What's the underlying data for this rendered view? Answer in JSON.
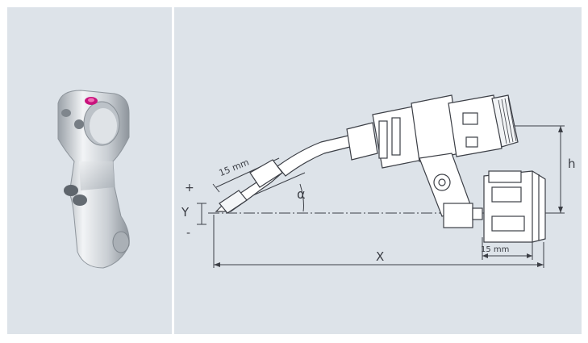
{
  "figure": {
    "labels": {
      "plus": "+",
      "minus": "-",
      "y_label": "Y",
      "x_label": "X",
      "h_label": "h",
      "alpha_label": "α",
      "dim_15mm_nozzle": "15 mm",
      "dim_15mm_body": "15 mm"
    }
  }
}
